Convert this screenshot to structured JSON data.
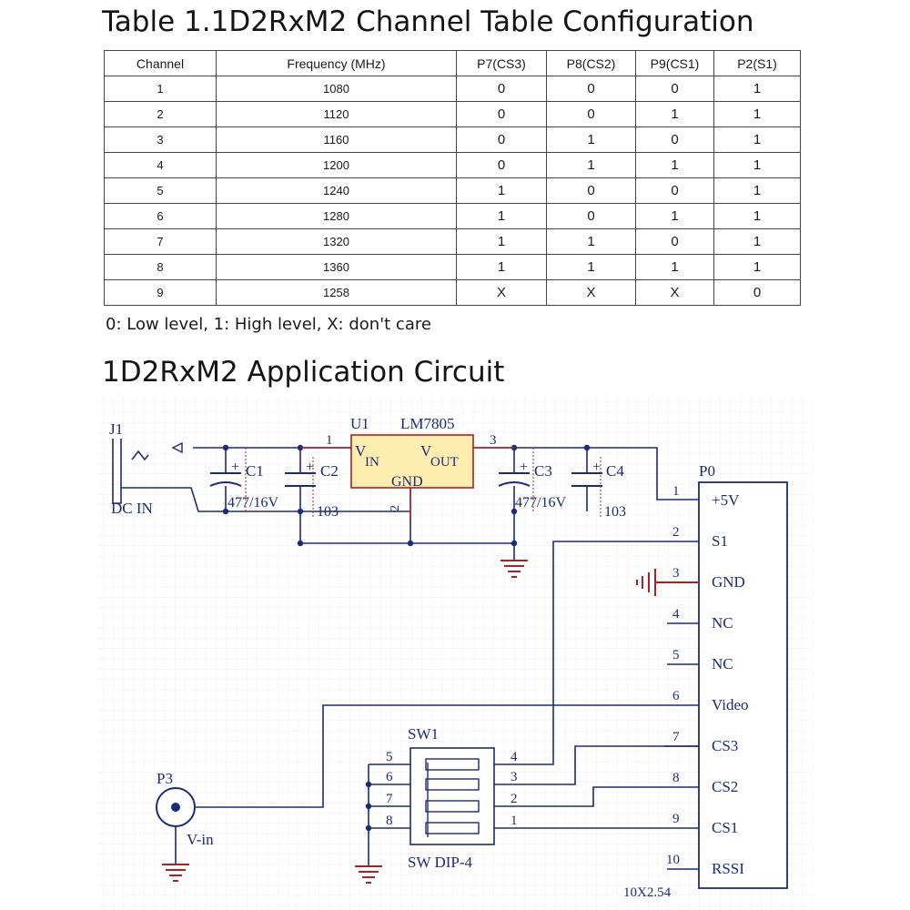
{
  "table_title": "Table 1.1D2RxM2 Channel Table Configuration",
  "table": {
    "headers": [
      "Channel",
      "Frequency (MHz)",
      "P7(CS3)",
      "P8(CS2)",
      "P9(CS1)",
      "P2(S1)"
    ],
    "rows": [
      [
        "1",
        "1080",
        "0",
        "0",
        "0",
        "1"
      ],
      [
        "2",
        "1120",
        "0",
        "0",
        "1",
        "1"
      ],
      [
        "3",
        "1160",
        "0",
        "1",
        "0",
        "1"
      ],
      [
        "4",
        "1200",
        "0",
        "1",
        "1",
        "1"
      ],
      [
        "5",
        "1240",
        "1",
        "0",
        "0",
        "1"
      ],
      [
        "6",
        "1280",
        "1",
        "0",
        "1",
        "1"
      ],
      [
        "7",
        "1320",
        "1",
        "1",
        "0",
        "1"
      ],
      [
        "8",
        "1360",
        "1",
        "1",
        "1",
        "1"
      ],
      [
        "9",
        "1258",
        "X",
        "X",
        "X",
        "0"
      ]
    ]
  },
  "table_note": "0: Low level, 1: High level, X: don't care",
  "circuit_title": "1D2RxM2 Application Circuit",
  "circuit": {
    "connector_j1": "J1",
    "dc_in": "DC IN",
    "u1": "U1",
    "regulator_model": "LM7805",
    "vin_v": "V",
    "vin_sub": "IN",
    "vout_v": "V",
    "vout_sub": "OUT",
    "gnd_pin": "GND",
    "u1_pin1": "1",
    "u1_pin2": "2",
    "u1_pin3": "3",
    "cap_c1": "C1",
    "cap_c2": "C2",
    "cap_c3": "C3",
    "cap_c4": "C4",
    "electrolytic_value_1": "477/16V",
    "electrolytic_value_2": "477/16V",
    "ceramic_value_1": "103",
    "ceramic_value_2": "103",
    "connector_p0": "P0",
    "p0_footprint": "10X2.54",
    "p0_pins": [
      {
        "num": "1",
        "label": "+5V"
      },
      {
        "num": "2",
        "label": "S1"
      },
      {
        "num": "3",
        "label": "GND"
      },
      {
        "num": "4",
        "label": "NC"
      },
      {
        "num": "5",
        "label": "NC"
      },
      {
        "num": "6",
        "label": "Video"
      },
      {
        "num": "7",
        "label": "CS3"
      },
      {
        "num": "8",
        "label": "CS2"
      },
      {
        "num": "9",
        "label": "CS1"
      },
      {
        "num": "10",
        "label": "RSSI"
      }
    ],
    "sw1": "SW1",
    "sw_type": "SW DIP-4",
    "sw_left_pins": [
      "5",
      "6",
      "7",
      "8"
    ],
    "sw_right_pins": [
      "4",
      "3",
      "2",
      "1"
    ],
    "connector_p3": "P3",
    "p3_signal": "V-in",
    "colors": {
      "wire": "#1d2a78",
      "component": "#b02020",
      "label": "#1d2a78",
      "ic_fill": "#fdeeb0",
      "grid": "#e3e3e3"
    }
  }
}
